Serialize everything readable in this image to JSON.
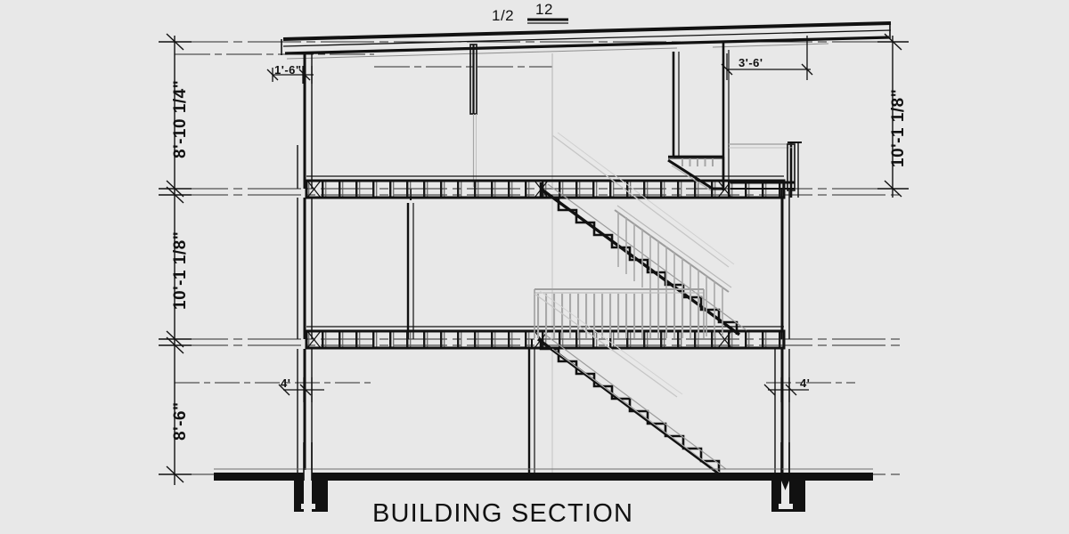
{
  "drawing": {
    "title": "BUILDING SECTION",
    "background_color": "#e8e8e8",
    "line_color": "#111111",
    "light_line_color": "#9a9a9a",
    "roof_pitch": {
      "rise": "1/2",
      "run": "12"
    },
    "dimensions": {
      "left": [
        {
          "name": "upper-floor-height",
          "text": "8'-10 1/4\""
        },
        {
          "name": "main-floor-height",
          "text": "10'-1 1/8\""
        },
        {
          "name": "lower-floor-height",
          "text": "8'-6\""
        }
      ],
      "right": [
        {
          "name": "right-overall-height",
          "text": "10'-1 1/8\""
        }
      ],
      "spot": [
        {
          "name": "left-eave-overhang",
          "text": "1'-6\""
        },
        {
          "name": "right-soffit-width",
          "text": "3'-6'"
        },
        {
          "name": "left-footing-offset",
          "text": "4'"
        },
        {
          "name": "right-footing-offset",
          "text": "4'"
        }
      ]
    },
    "elements": {
      "stair_upper": "stair-run-upper",
      "stair_lower": "stair-run-lower",
      "guardrail_landing": "landing-guardrail",
      "handrail_upper": "upper-handrail",
      "floor_band_upper": "upper-floor-joist-band",
      "floor_band_lower": "lower-floor-joist-band",
      "footing_left": "left-footing",
      "footing_right": "right-footing",
      "slab": "ground-slab",
      "roof": "sloped-roof"
    }
  }
}
